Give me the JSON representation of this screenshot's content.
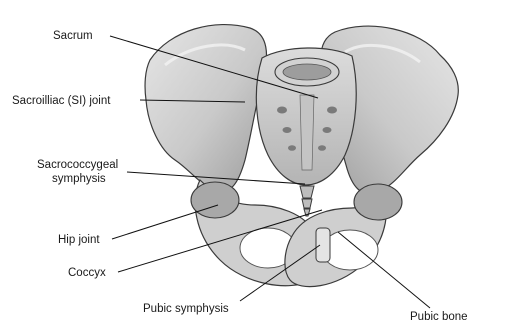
{
  "labels": {
    "sacrum": "Sacrum",
    "si_joint": "Sacroilliac (SI) joint",
    "sacrococcygeal_line1": "Sacrococcygeal",
    "sacrococcygeal_line2": "symphysis",
    "hip_joint": "Hip joint",
    "coccyx": "Coccyx",
    "pubic_symphysis": "Pubic symphysis",
    "pubic_bone": "Pubic bone"
  },
  "colors": {
    "bone_light": "#d9d9d9",
    "bone_mid": "#bdbdbd",
    "bone_dark": "#8a8a8a",
    "outline": "#3a3a3a",
    "leader_line": "#111111"
  }
}
